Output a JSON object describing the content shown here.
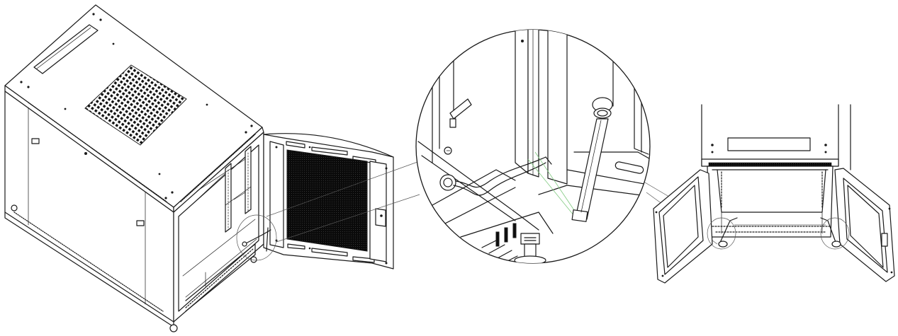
{
  "figure": {
    "views": [
      {
        "name": "cabinet-open-front-door"
      },
      {
        "name": "detail-door-stay-arm"
      },
      {
        "name": "cabinet-double-doors-open"
      }
    ],
    "colors": {
      "line": "#1a1a1a",
      "mesh": "#0d0d0d",
      "guide": "#7fc97f",
      "background": "#ffffff"
    }
  }
}
